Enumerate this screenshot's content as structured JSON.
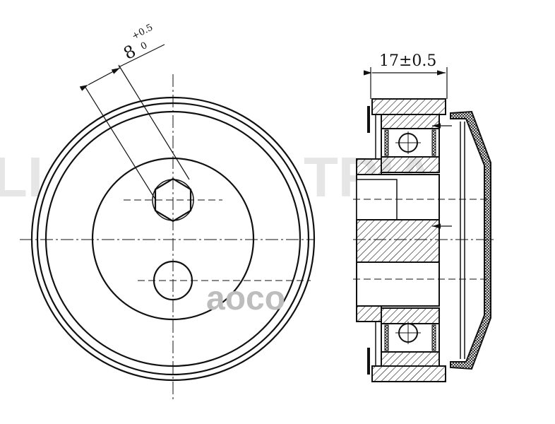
{
  "drawing": {
    "title": "Tensioner pulley technical drawing",
    "dimensions": {
      "hex_size": {
        "nominal": "8",
        "upper_tol": "+0.5",
        "lower_tol": "0"
      },
      "width": "17±0.5"
    }
  },
  "watermark": {
    "brand_logo": "TRIALLI",
    "badge": "aoco"
  },
  "colors": {
    "line": "#111111",
    "watermark": "#e0e0e0"
  }
}
